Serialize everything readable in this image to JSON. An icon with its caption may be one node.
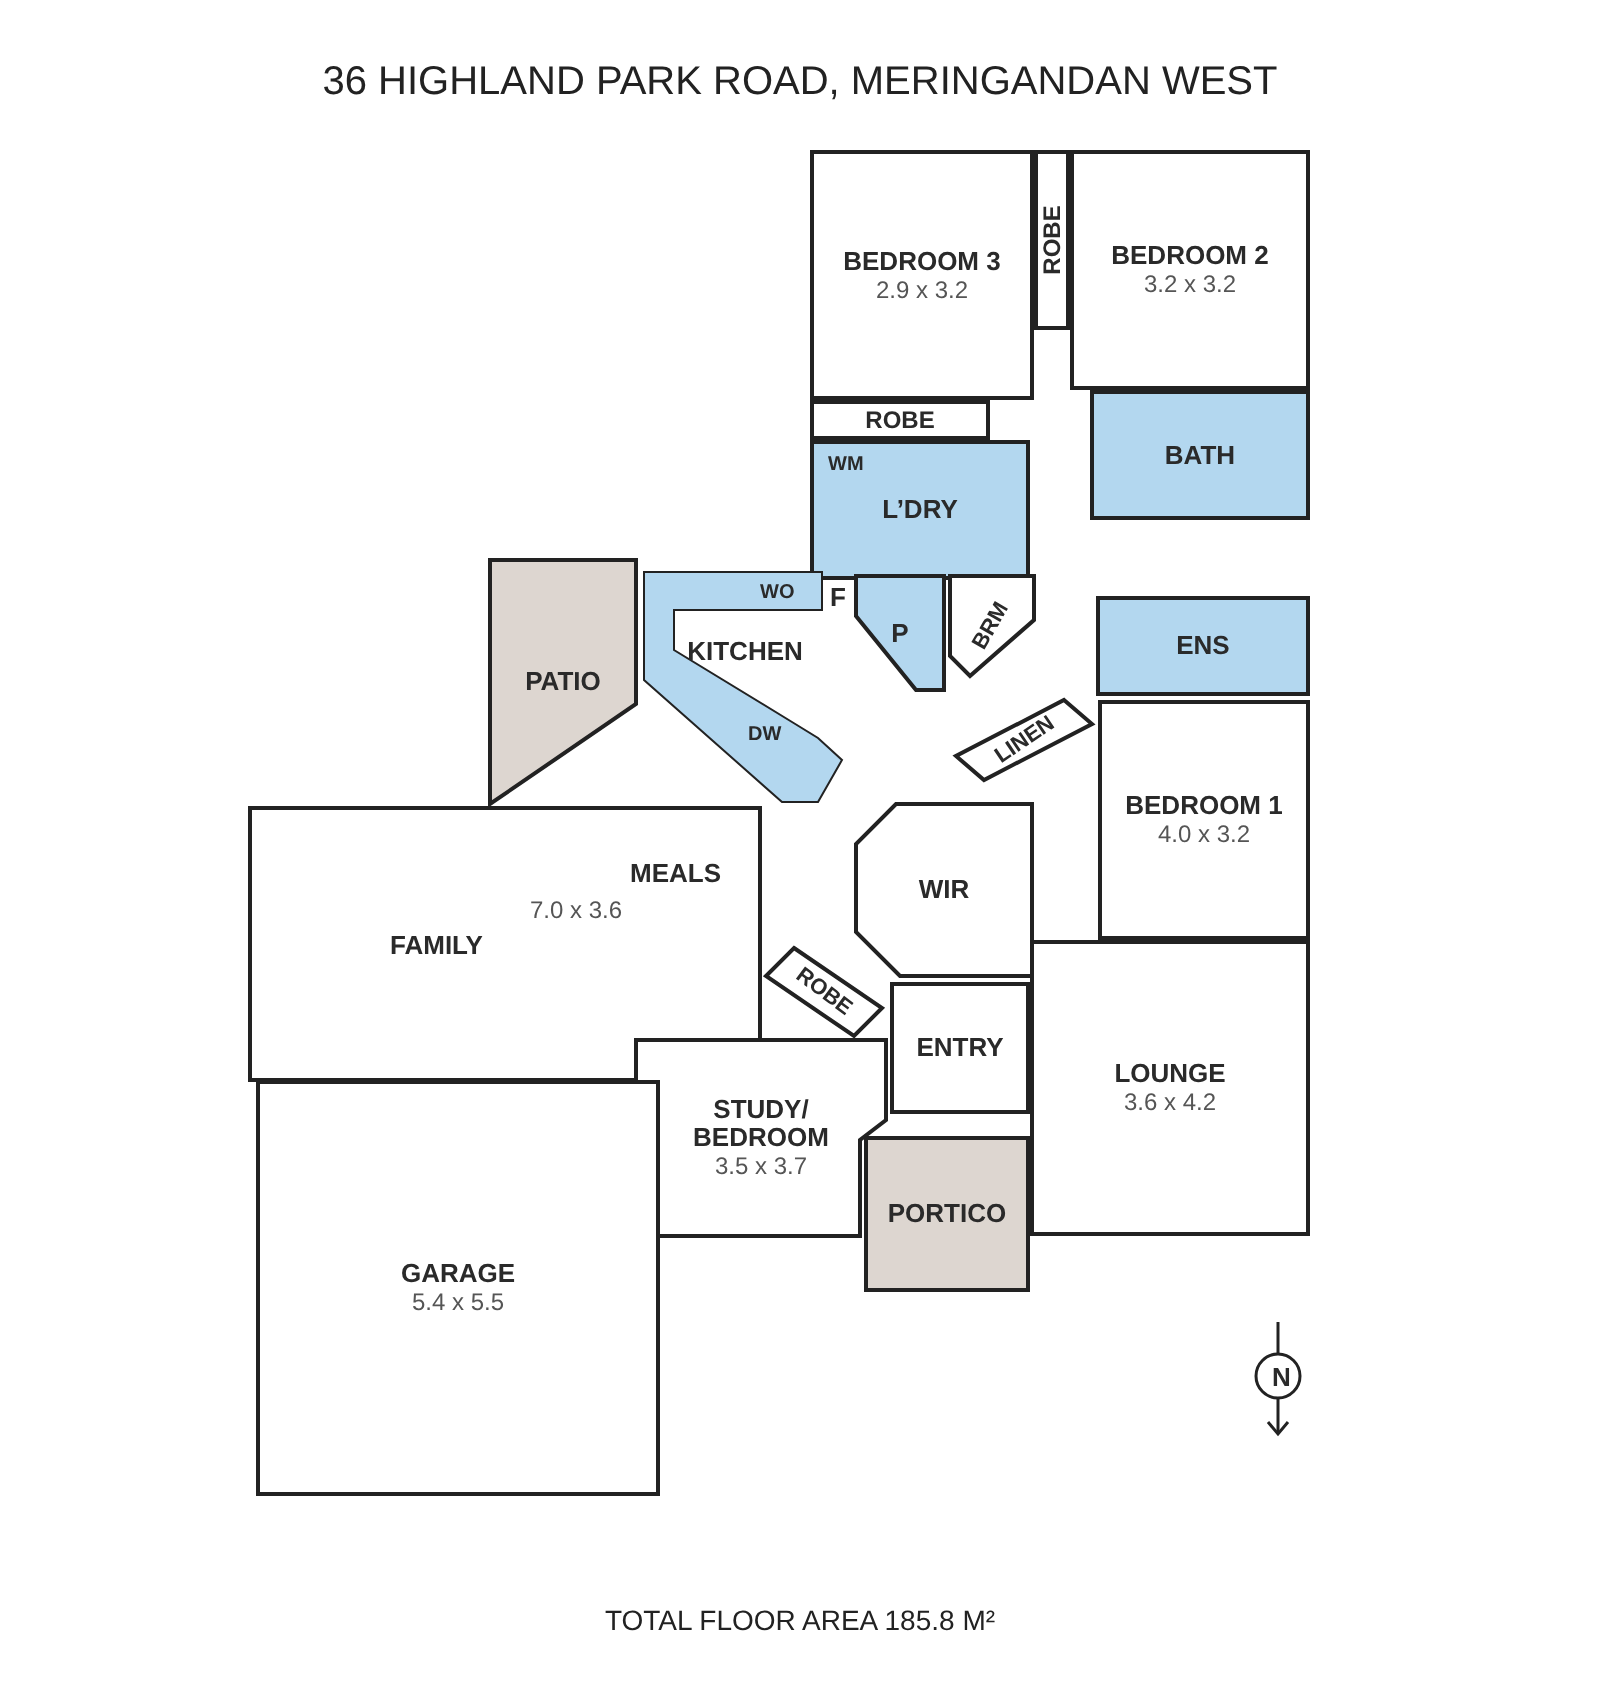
{
  "diagram": {
    "title": "36 HIGHLAND PARK ROAD, MERINGANDAN WEST",
    "caption": "TOTAL FLOOR AREA 185.8 M²",
    "nodes": [
      {
        "text": [
          "BEDROOM 3",
          "2.9 x 3.2"
        ]
      },
      {
        "text": [
          "ROBE"
        ]
      },
      {
        "text": [
          "BEDROOM 2",
          "3.2 x 3.2"
        ]
      },
      {
        "text": [
          "ROBE"
        ]
      },
      {
        "text": [
          "BATH"
        ]
      },
      {
        "text": [
          "L’DRY"
        ]
      },
      {
        "text": [
          "PATIO"
        ]
      },
      {
        "text": [
          "KITCHEN"
        ]
      },
      {
        "text": [
          "P"
        ]
      },
      {
        "text": [
          "BRM"
        ]
      },
      {
        "text": [
          "ENS"
        ]
      },
      {
        "text": [
          "LINEN"
        ]
      },
      {
        "text": [
          "BEDROOM 1",
          "4.0 x 3.2"
        ]
      },
      {
        "text": [
          "MEALS",
          "7.0 x 3.6",
          "FAMILY"
        ]
      },
      {
        "text": [
          "WIR"
        ]
      },
      {
        "text": [
          "ROBE"
        ]
      },
      {
        "text": [
          "ENTRY"
        ]
      },
      {
        "text": [
          "STUDY/ BEDROOM",
          "3.5 x 3.7"
        ]
      },
      {
        "text": [
          "LOUNGE",
          "3.6 x 4.2"
        ]
      },
      {
        "text": [
          "PORTICO"
        ]
      },
      {
        "text": [
          "GARAGE",
          "5.4 x 5.5"
        ]
      }
    ],
    "labels": [
      "WM",
      "WO",
      "F",
      "DW",
      "N"
    ]
  }
}
